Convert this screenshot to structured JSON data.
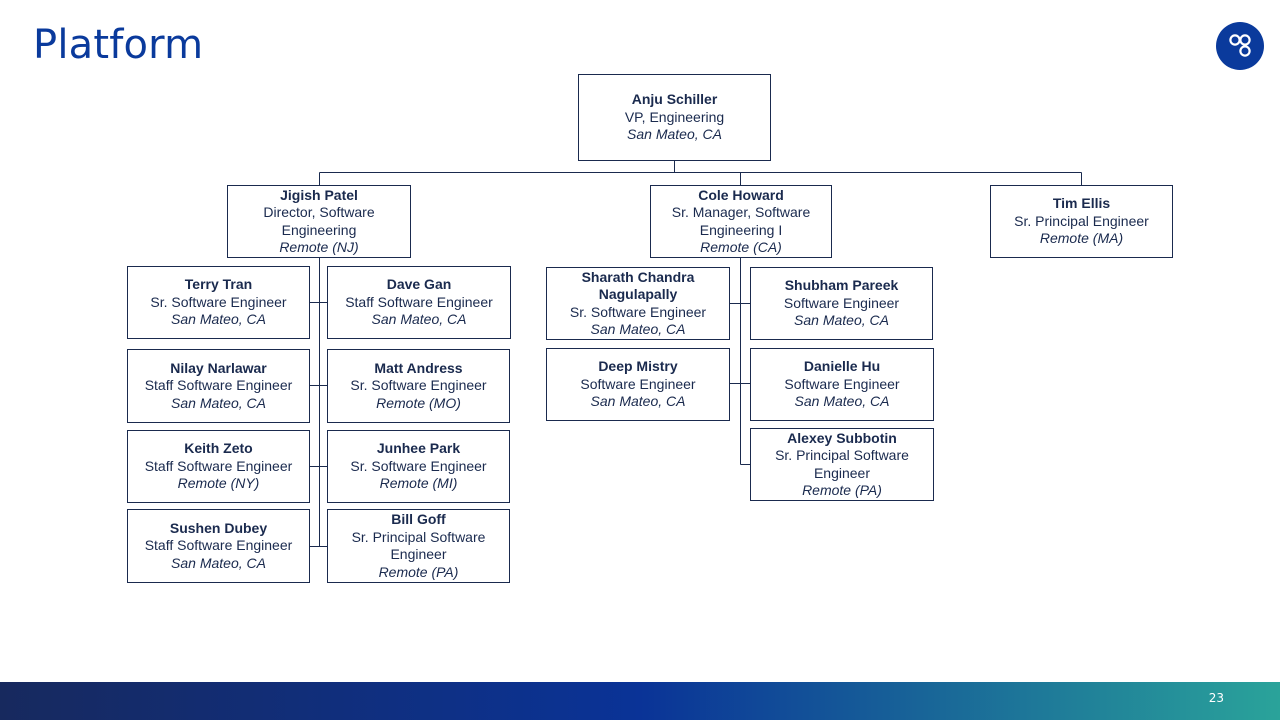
{
  "slide": {
    "title": "Platform",
    "page_number": "23",
    "logo_icon": "linked-circles-icon"
  },
  "colors": {
    "title": "#0a3a9c",
    "box_border": "#1a2a4e",
    "text": "#1a2a4e"
  },
  "org": {
    "root": {
      "name": "Anju Schiller",
      "role": "VP, Engineering",
      "loc": "San Mateo, CA"
    },
    "jigish": {
      "name": "Jigish Patel",
      "role": "Director, Software Engineering",
      "loc": "Remote (NJ)"
    },
    "cole": {
      "name": "Cole Howard",
      "role": "Sr. Manager, Software Engineering I",
      "loc": "Remote (CA)"
    },
    "tim": {
      "name": "Tim Ellis",
      "role": "Sr. Principal Engineer",
      "loc": "Remote (MA)"
    },
    "terry": {
      "name": "Terry Tran",
      "role": "Sr. Software Engineer",
      "loc": "San Mateo, CA"
    },
    "dave": {
      "name": "Dave Gan",
      "role": "Staff Software Engineer",
      "loc": "San Mateo, CA"
    },
    "nilay": {
      "name": "Nilay Narlawar",
      "role": "Staff Software Engineer",
      "loc": "San Mateo, CA"
    },
    "matt": {
      "name": "Matt Andress",
      "role": "Sr. Software Engineer",
      "loc": "Remote (MO)"
    },
    "keith": {
      "name": "Keith Zeto",
      "role": "Staff Software Engineer",
      "loc": "Remote (NY)"
    },
    "junhee": {
      "name": "Junhee Park",
      "role": "Sr. Software Engineer",
      "loc": "Remote (MI)"
    },
    "sushen": {
      "name": "Sushen Dubey",
      "role": "Staff Software Engineer",
      "loc": "San Mateo, CA"
    },
    "bill": {
      "name": "Bill Goff",
      "role": "Sr. Principal Software Engineer",
      "loc": "Remote (PA)"
    },
    "sharath": {
      "name": "Sharath Chandra Nagulapally",
      "role": "Sr. Software Engineer",
      "loc": "San Mateo, CA"
    },
    "shubham": {
      "name": "Shubham Pareek",
      "role": "Software Engineer",
      "loc": "San Mateo, CA"
    },
    "deep": {
      "name": "Deep Mistry",
      "role": "Software Engineer",
      "loc": "San Mateo, CA"
    },
    "danielle": {
      "name": "Danielle Hu",
      "role": "Software Engineer",
      "loc": "San Mateo, CA"
    },
    "alexey": {
      "name": "Alexey Subbotin",
      "role": "Sr. Principal Software Engineer",
      "loc": "Remote (PA)"
    }
  }
}
